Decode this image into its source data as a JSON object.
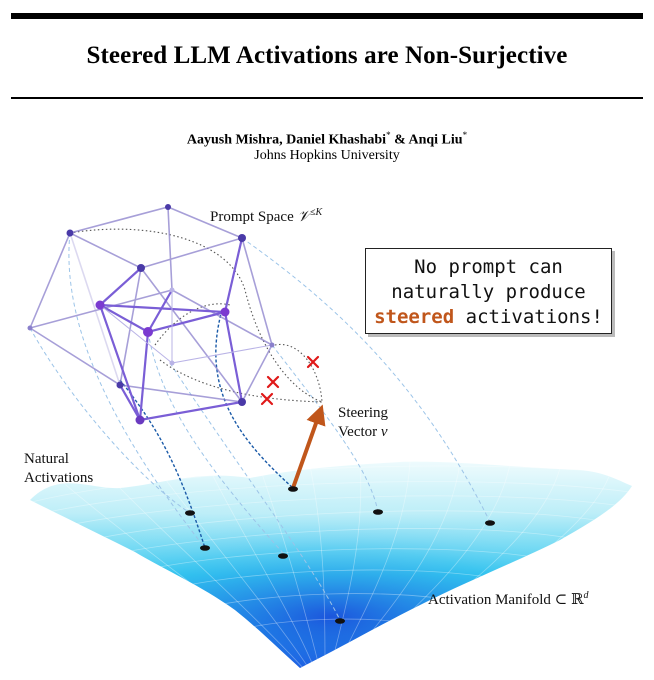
{
  "paper": {
    "title": "Steered LLM Activations are Non-Surjective",
    "authors": {
      "author1": "Aayush Mishra,",
      "author2": "Daniel Khashabi",
      "author2_mark": "*",
      "conj": "&",
      "author3": "Anqi Liu",
      "author3_mark": "*"
    },
    "affiliation": "Johns Hopkins University"
  },
  "figure": {
    "prompt_space_label": "Prompt Space",
    "prompt_space_symbol": "𝒱",
    "prompt_space_sup": "≤K",
    "callout": {
      "line1": "No prompt can",
      "line2": "naturally produce",
      "highlight": "steered",
      "line3_rest": "activations!"
    },
    "steering_line1": "Steering",
    "steering_line2": "Vector",
    "steering_symbol": "v",
    "natural_line1": "Natural",
    "natural_line2": "Activations",
    "manifold_label": "Activation Manifold ⊂",
    "manifold_symbol": "ℝ",
    "manifold_sup": "d",
    "colors": {
      "cube_edge": "#7d6dc8",
      "inner_cube_edge": "#8e44d6",
      "vertex": "#4a3aa8",
      "arrow": "#c0561b",
      "cross": "#e01919",
      "surface_top": "#d8f6fb",
      "surface_mid": "#2cc6ef",
      "surface_deep": "#1c5be3"
    }
  }
}
